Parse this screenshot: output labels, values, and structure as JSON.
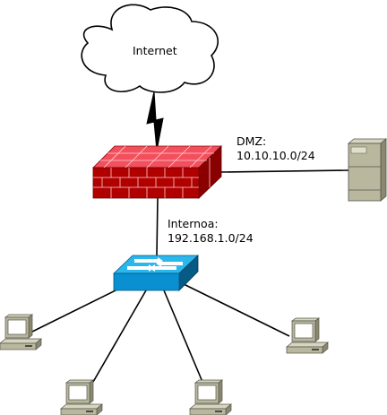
{
  "internet": {
    "label": "Internet"
  },
  "dmz": {
    "name": "DMZ:",
    "subnet": "10.10.10.0/24"
  },
  "internal": {
    "name": "Internoa:",
    "subnet": "192.168.1.0/24"
  },
  "colors": {
    "firewall_face": "#b00000",
    "firewall_top": "#f2505e",
    "firewall_side": "#8a0000",
    "switch_top": "#2bb6ec",
    "switch_front": "#0a8fd0",
    "switch_side": "#055a86",
    "server": "#b9b79e",
    "pc": "#b9b79e",
    "line": "#000000"
  },
  "icons": [
    "cloud-icon",
    "lightning-icon",
    "firewall-icon",
    "server-icon",
    "switch-icon",
    "pc-icon"
  ]
}
